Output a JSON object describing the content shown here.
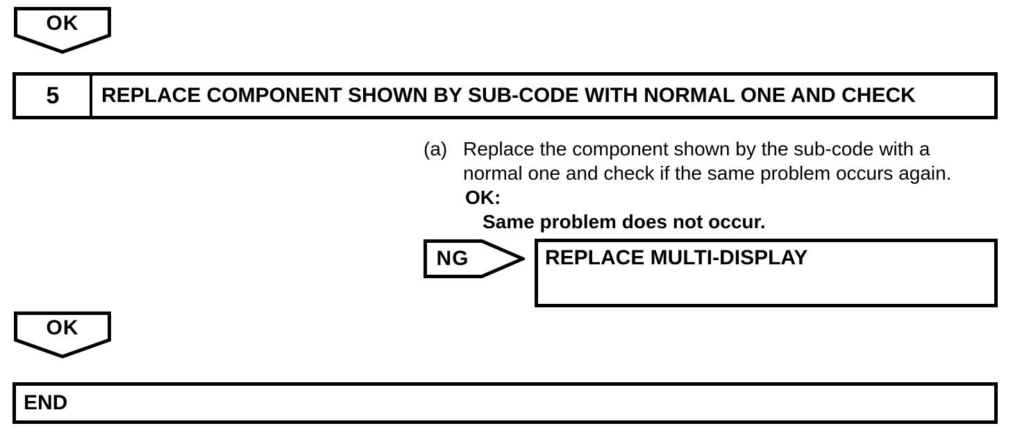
{
  "colors": {
    "ink": "#000000",
    "paper": "#ffffff"
  },
  "connectors": {
    "ok_top": "OK",
    "ng": "NG",
    "ok_bottom": "OK"
  },
  "step": {
    "number": "5",
    "title": "REPLACE COMPONENT SHOWN BY SUB-CODE WITH NORMAL ONE AND CHECK"
  },
  "instruction": {
    "marker": "(a)",
    "lines": [
      "Replace the component shown by the sub-code with a",
      "normal one and check if the same problem occurs again."
    ],
    "result_label": "OK:",
    "result_text": "Same problem does not occur."
  },
  "ng_action": "REPLACE MULTI-DISPLAY",
  "end_label": "END"
}
